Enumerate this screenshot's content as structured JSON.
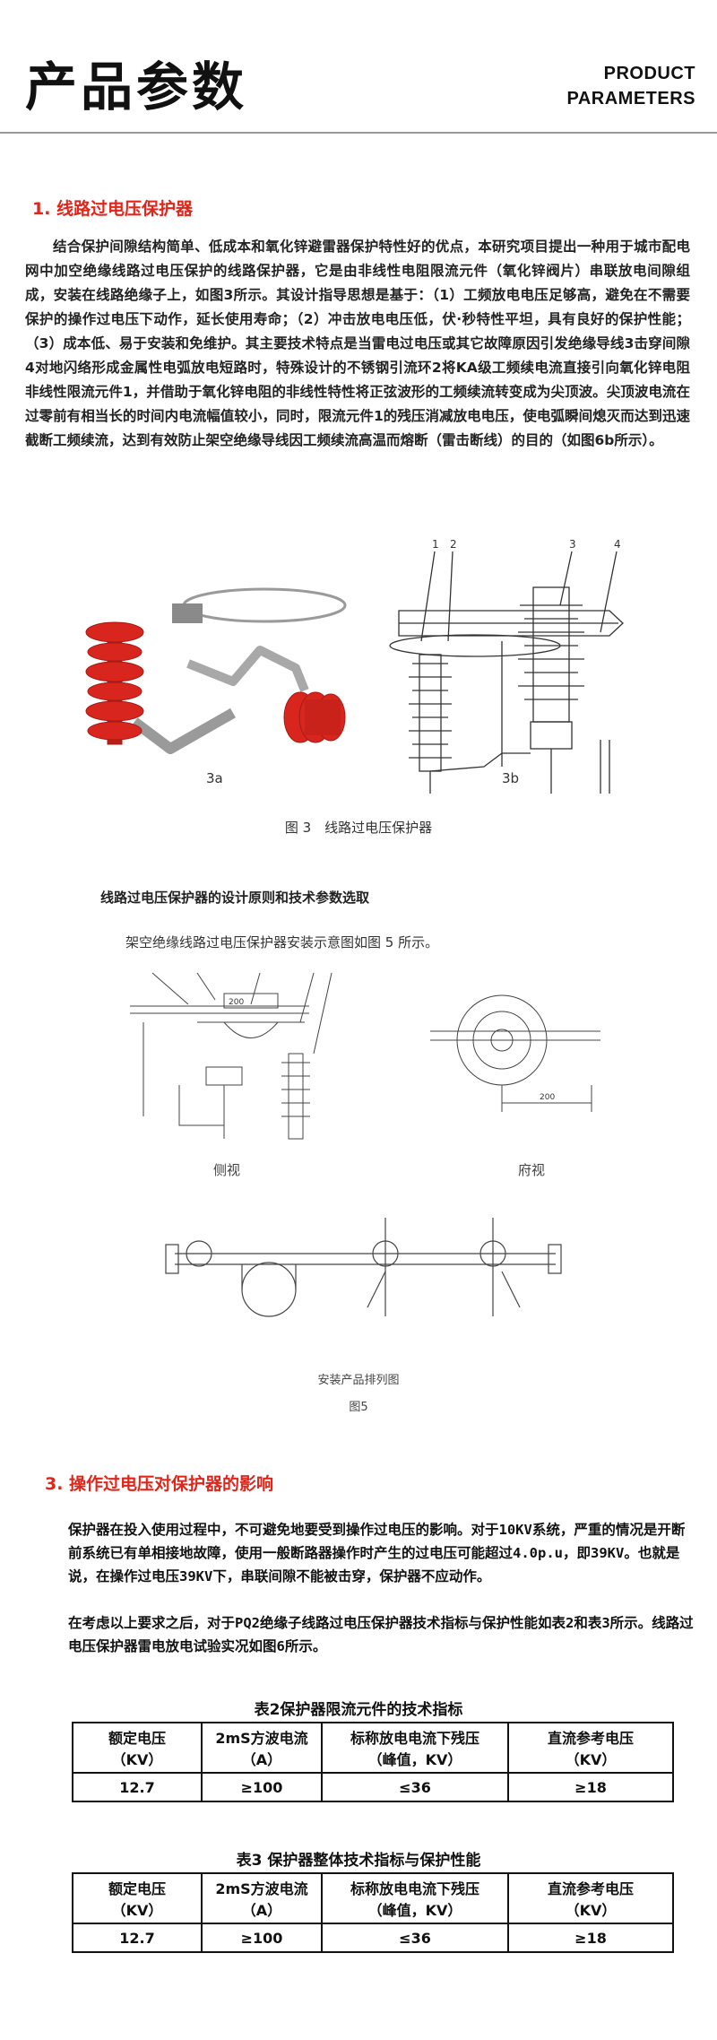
{
  "header": {
    "title": "产品参数",
    "en_line1": "PRODUCT",
    "en_line2": "PARAMETERS"
  },
  "section1": {
    "title": "1. 线路过电压保护器",
    "paragraph": "结合保护间隙结构简单、低成本和氧化锌避雷器保护特性好的优点，本研究项目提出一种用于城市配电网中加空绝缘线路过电压保护的线路保护器，它是由非线性电阻限流元件（氧化锌阀片）串联放电间隙组成，安装在线路绝缘子上，如图3所示。其设计指导思想是基于：（1）工频放电电压足够高，避免在不需要保护的操作过电压下动作，延长使用寿命；（2）冲击放电电压低，伏·秒特性平坦，具有良好的保护性能；（3）成本低、易于安装和免维护。其主要技术特点是当雷电过电压或其它故障原因引发绝缘导线3击穿间隙4对地闪络形成金属性电弧放电短路时，特殊设计的不锈钢引流环2将KA级工频续电流直接引向氧化锌电阻非线性限流元件1，并借助于氧化锌电阻的非线性特性将正弦波形的工频续流转变成为尖顶波。尖顶波电流在过零前有相当长的时间内电流幅值较小，同时，限流元件1的残压消减放电电压，使电弧瞬间熄灭而达到迅速截断工频续流，达到有效防止架空绝缘导线因工频续流高温而熔断（雷击断线）的目的（如图6b所示）。"
  },
  "figure3": {
    "label_a": "3a",
    "label_b": "3b",
    "callouts": [
      "1",
      "2",
      "3",
      "4"
    ],
    "caption": "图 3　线路过电压保护器"
  },
  "section2": {
    "subtitle": "线路过电压保护器的设计原则和技术参数选取",
    "intro": "架空绝缘线路过电压保护器安装示意图如图 5 所示。",
    "side_view": "侧视",
    "top_view": "府视",
    "dim_a": "200",
    "dim_b": "200",
    "arrangement": "安装产品排列图",
    "fig5": "图5"
  },
  "section3": {
    "title": "3. 操作过电压对保护器的影响",
    "p1": "保护器在投入使用过程中，不可避免地要受到操作过电压的影响。对于10KV系统，严重的情况是开断前系统已有单相接地故障，使用一般断路器操作时产生的过电压可能超过4.0p.u，即39KV。也就是说，在操作过电压39KV下，串联间隙不能被击穿，保护器不应动作。",
    "p2": "在考虑以上要求之后，对于PQ2绝缘子线路过电压保护器技术指标与保护性能如表2和表3所示。线路过电压保护器雷电放电试验实况如图6所示。"
  },
  "table2": {
    "title": "表2保护器限流元件的技术指标",
    "headers": [
      [
        "额定电压",
        "（KV）"
      ],
      [
        "2mS方波电流",
        "（A）"
      ],
      [
        "标称放电电流下残压",
        "（峰值，KV）"
      ],
      [
        "直流参考电压",
        "（KV）"
      ]
    ],
    "row": [
      "12.7",
      "≥100",
      "≤36",
      "≥18"
    ]
  },
  "table3": {
    "title": "表3 保护器整体技术指标与保护性能",
    "headers": [
      [
        "额定电压",
        "（KV）"
      ],
      [
        "2mS方波电流",
        "（A）"
      ],
      [
        "标称放电电流下残压",
        "（峰值，KV）"
      ],
      [
        "直流参考电压",
        "（KV）"
      ]
    ],
    "row": [
      "12.7",
      "≥100",
      "≤36",
      "≥18"
    ]
  },
  "colors": {
    "accent": "#e0261b",
    "insulator_red": "#d8261e",
    "line": "#333333"
  }
}
